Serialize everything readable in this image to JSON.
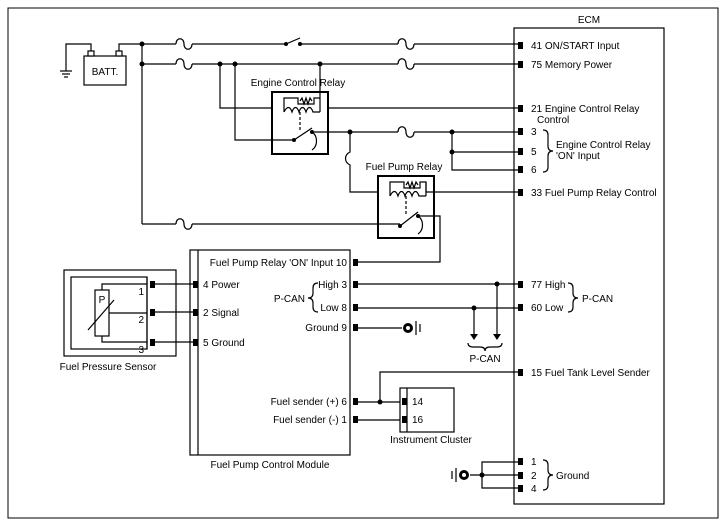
{
  "frame": {
    "color": "#000000",
    "background": "#ffffff"
  },
  "ecm": {
    "title": "ECM",
    "pins": {
      "on_start": "41 ON/START Input",
      "memory_power": "75 Memory Power",
      "ecr_control_1": "21 Engine Control Relay",
      "ecr_control_2": "Control",
      "pin3": "3",
      "pin5": "5",
      "pin6": "6",
      "ecr_on_input_1": "Engine Control Relay",
      "ecr_on_input_2": "'ON' Input",
      "fpr_control": "33 Fuel Pump Relay Control",
      "pcan_high": "77 High",
      "pcan_low": "60 Low",
      "pcan_label": "P-CAN",
      "fuel_tank_sender": "15 Fuel Tank Level Sender",
      "gnd1": "1",
      "gnd2": "2",
      "gnd4": "4",
      "ground_label": "Ground"
    }
  },
  "battery": {
    "label": "BATT."
  },
  "engine_control_relay": {
    "label": "Engine Control Relay"
  },
  "fuel_pump_relay": {
    "label": "Fuel Pump Relay"
  },
  "fpcm": {
    "title": "Fuel Pump Control Module",
    "pins": {
      "relay_on_input": "Fuel Pump Relay 'ON' Input 10",
      "high": "High 3",
      "low": "Low 8",
      "pcan_label": "P-CAN",
      "ground": "Ground 9",
      "sender_pos": "Fuel sender (+) 6",
      "sender_neg": "Fuel sender (-) 1",
      "power": "4 Power",
      "signal": "2 Signal",
      "ground5": "5 Ground"
    }
  },
  "pcan_bus": {
    "label": "P-CAN"
  },
  "fuel_pressure_sensor": {
    "label": "Fuel Pressure Sensor",
    "element": "P",
    "pin1": "1",
    "pin2": "2",
    "pin3": "3"
  },
  "instrument_cluster": {
    "label": "Instrument Cluster",
    "pin14": "14",
    "pin16": "16"
  },
  "icons": [
    "ground-icon",
    "battery-icon",
    "fuse-icon",
    "switch-icon",
    "relay-coil-icon",
    "pressure-sensor-icon"
  ]
}
